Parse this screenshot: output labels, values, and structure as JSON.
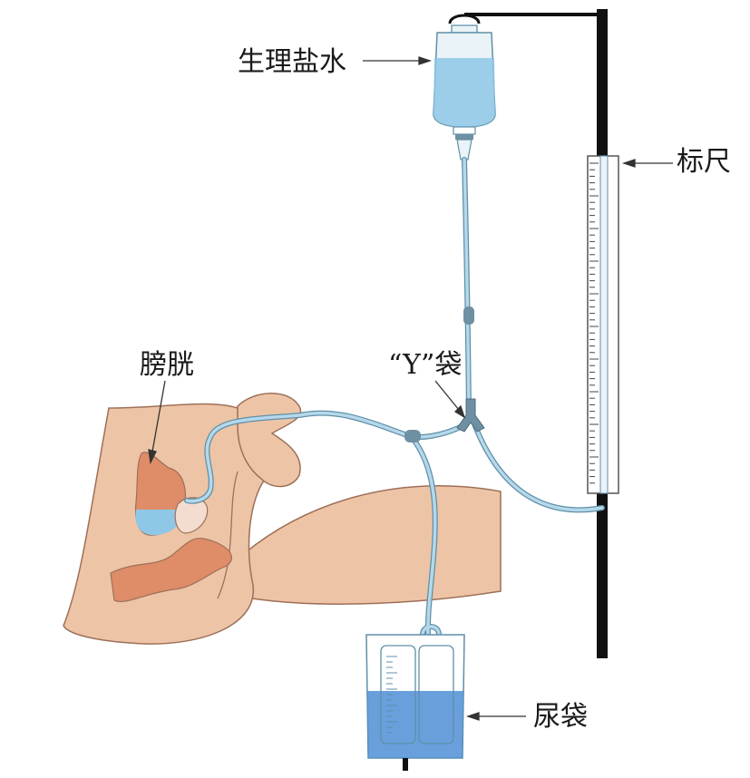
{
  "labels": {
    "saline": "生理盐水",
    "ruler": "标尺",
    "bladder": "膀胱",
    "y_bag": "“Y”袋",
    "urine_bag": "尿袋"
  },
  "colors": {
    "skin": "#edc5a6",
    "skin_outline": "#9d7059",
    "organ": "#df8c68",
    "liquid": "#8fc7e6",
    "tube": "#b5d8ea",
    "tube_outline": "#5f8fa8",
    "connector": "#6f8fa2",
    "stand": "#111111",
    "bag_liquid": "#4f8fd6"
  },
  "icons": {
    "saline": "iv-bottle-icon",
    "ruler": "measuring-scale-icon",
    "stand": "iv-pole-icon",
    "y_connector": "y-connector-icon",
    "urine_bag": "urine-bag-icon"
  }
}
